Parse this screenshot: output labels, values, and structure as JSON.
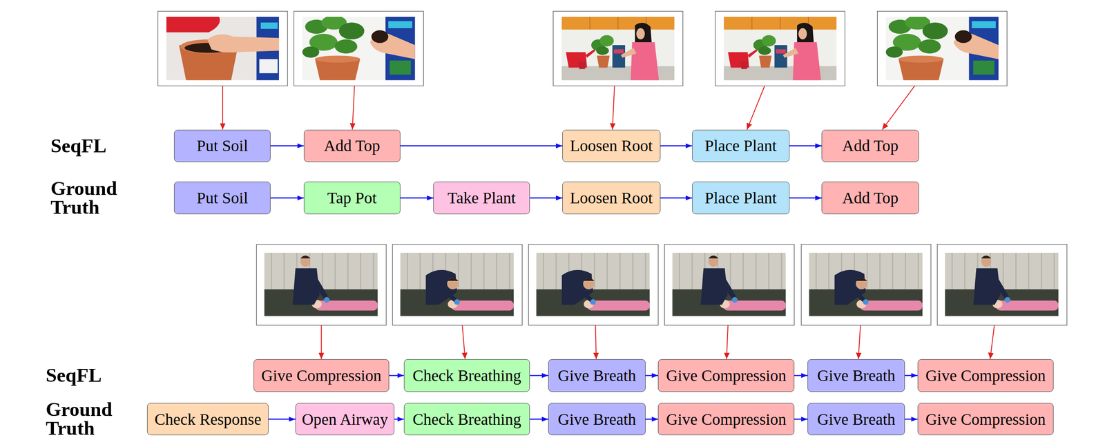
{
  "diagram": {
    "nodes": [
      {
        "text": [
          "Put Soil"
        ]
      },
      {
        "text": [
          "Add Top"
        ]
      },
      {
        "text": [
          "Loosen Root"
        ]
      },
      {
        "text": [
          "Place Plant"
        ]
      },
      {
        "text": [
          "Add Top"
        ]
      },
      {
        "text": [
          "Put Soil"
        ]
      },
      {
        "text": [
          "Tap Pot"
        ]
      },
      {
        "text": [
          "Take Plant"
        ]
      },
      {
        "text": [
          "Loosen Root"
        ]
      },
      {
        "text": [
          "Place Plant"
        ]
      },
      {
        "text": [
          "Add Top"
        ]
      },
      {
        "text": [
          "Give Compression"
        ]
      },
      {
        "text": [
          "Check Breathing"
        ]
      },
      {
        "text": [
          "Give Breath"
        ]
      },
      {
        "text": [
          "Give Compression"
        ]
      },
      {
        "text": [
          "Give Breath"
        ]
      },
      {
        "text": [
          "Give Compression"
        ]
      },
      {
        "text": [
          "Check Response"
        ]
      },
      {
        "text": [
          "Open Airway"
        ]
      },
      {
        "text": [
          "Check Breathing"
        ]
      },
      {
        "text": [
          "Give Breath"
        ]
      },
      {
        "text": [
          "Give Compression"
        ]
      },
      {
        "text": [
          "Give Breath"
        ]
      },
      {
        "text": [
          "Give Compression"
        ]
      }
    ],
    "edges": [
      {
        "from": 0,
        "to": 1,
        "arrow": "to"
      },
      {
        "from": 1,
        "to": 2,
        "arrow": "to"
      },
      {
        "from": 2,
        "to": 3,
        "arrow": "to"
      },
      {
        "from": 3,
        "to": 4,
        "arrow": "to"
      },
      {
        "from": 5,
        "to": 6,
        "arrow": "to"
      },
      {
        "from": 6,
        "to": 7,
        "arrow": "to"
      },
      {
        "from": 7,
        "to": 8,
        "arrow": "to"
      },
      {
        "from": 8,
        "to": 9,
        "arrow": "to"
      },
      {
        "from": 9,
        "to": 10,
        "arrow": "to"
      },
      {
        "from": 11,
        "to": 12,
        "arrow": "to"
      },
      {
        "from": 12,
        "to": 13,
        "arrow": "to"
      },
      {
        "from": 13,
        "to": 14,
        "arrow": "to"
      },
      {
        "from": 14,
        "to": 15,
        "arrow": "to"
      },
      {
        "from": 15,
        "to": 16,
        "arrow": "to"
      },
      {
        "from": 17,
        "to": 18,
        "arrow": "to"
      },
      {
        "from": 18,
        "to": 19,
        "arrow": "to"
      },
      {
        "from": 19,
        "to": 20,
        "arrow": "to"
      },
      {
        "from": 20,
        "to": 21,
        "arrow": "to"
      },
      {
        "from": 21,
        "to": 22,
        "arrow": "to"
      },
      {
        "from": 22,
        "to": 23,
        "arrow": "to"
      }
    ],
    "labels": [
      "SeqFL",
      "Ground Truth",
      "SeqFL",
      "Ground Truth"
    ]
  }
}
